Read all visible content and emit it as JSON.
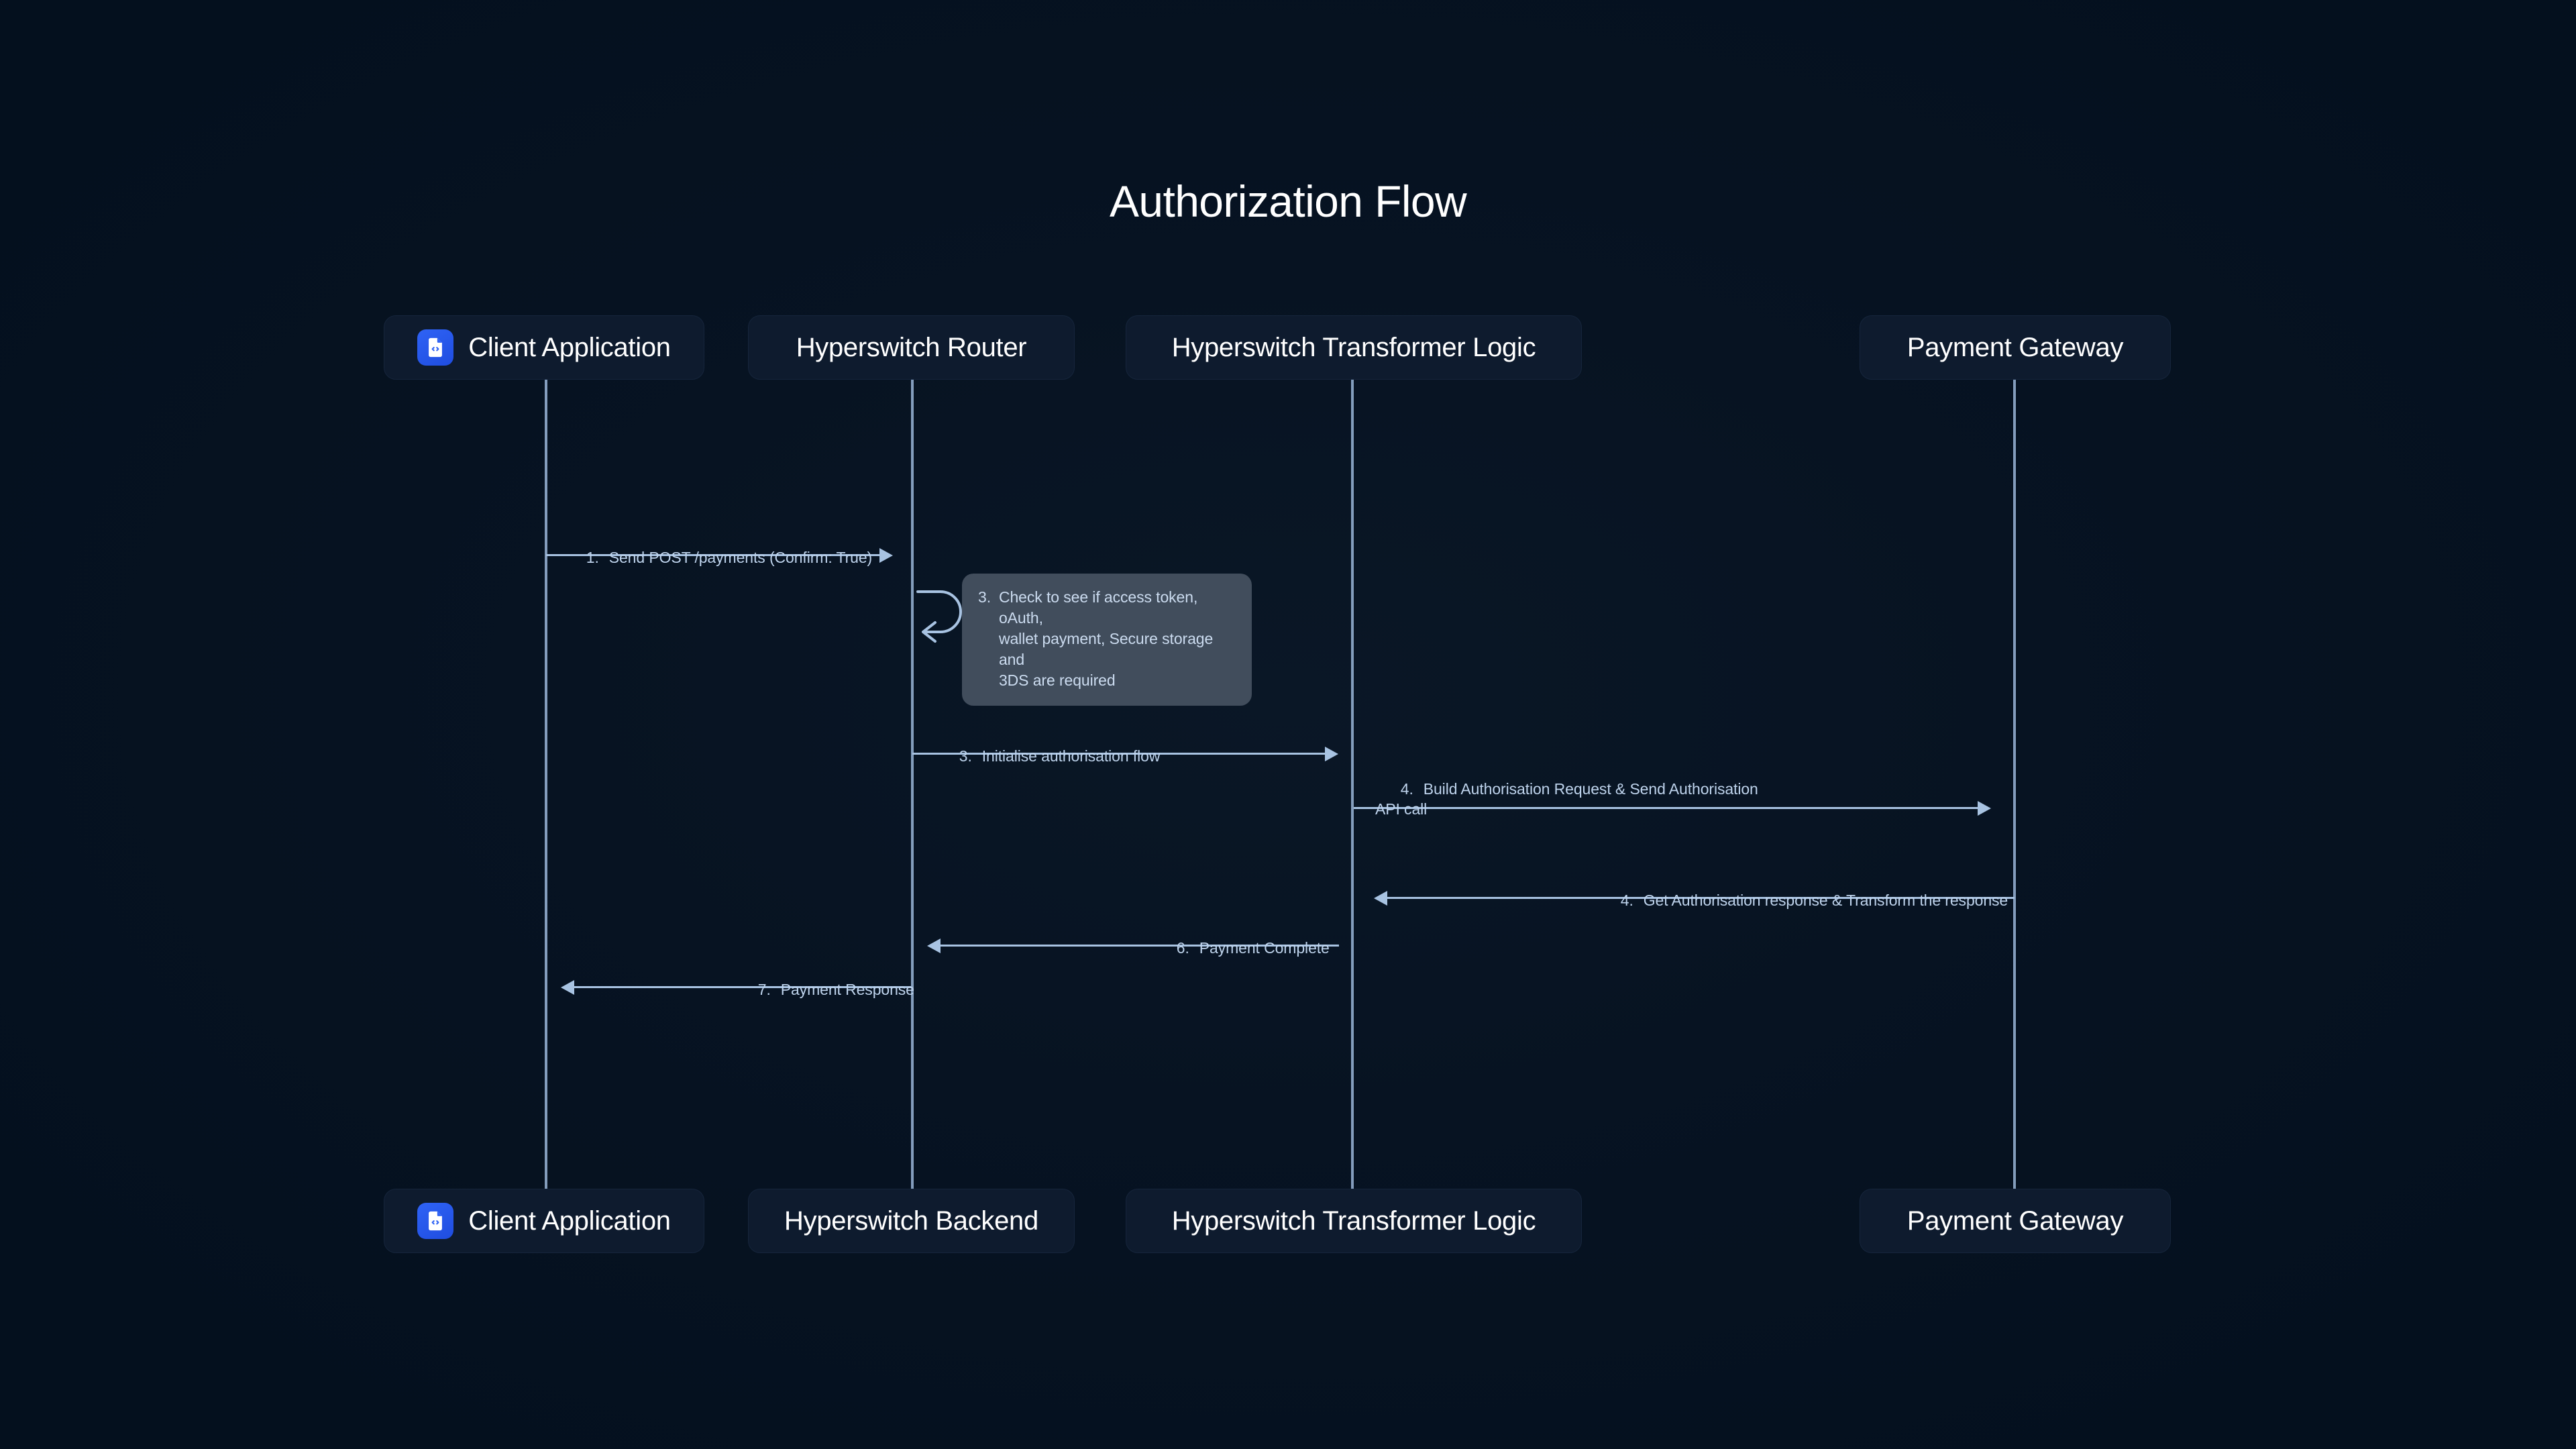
{
  "diagram": {
    "title": "Authorization Flow",
    "type": "sequence-diagram",
    "colors": {
      "background": "#04101e",
      "participant_box": "#0e1b2e",
      "lifeline": "#9ab6d8",
      "arrow": "#a8c3e2",
      "label_text": "#bed3ec",
      "note_background": "#414d5c",
      "accent_blue": "#2f63f5",
      "title_text": "#ffffff"
    }
  },
  "participants_top": [
    {
      "label": "Client Application",
      "icon": "code-file-icon",
      "has_icon": true
    },
    {
      "label": "Hyperswitch Router",
      "has_icon": false
    },
    {
      "label": "Hyperswitch Transformer Logic",
      "has_icon": false
    },
    {
      "label": "Payment Gateway",
      "has_icon": false
    }
  ],
  "participants_bottom": [
    {
      "label": "Client Application",
      "icon": "code-file-icon",
      "has_icon": true
    },
    {
      "label": "Hyperswitch Backend",
      "has_icon": false
    },
    {
      "label": "Hyperswitch Transformer Logic",
      "has_icon": false
    },
    {
      "label": "Payment Gateway",
      "has_icon": false
    }
  ],
  "messages": [
    {
      "number": "1.",
      "text": "Send POST /payments (Confirm: True)",
      "from": "Client Application",
      "to": "Hyperswitch Router",
      "direction": "right"
    },
    {
      "number": "3.",
      "text": "Initialise authorisation flow",
      "from": "Hyperswitch Router",
      "to": "Hyperswitch Transformer Logic",
      "direction": "right"
    },
    {
      "number": "4.",
      "text": "Build Authorisation Request & Send Authorisation\nAPI call",
      "from": "Hyperswitch Transformer Logic",
      "to": "Payment Gateway",
      "direction": "right"
    },
    {
      "number": "4.",
      "text": "Get Authorisation response & Transform the response",
      "from": "Payment Gateway",
      "to": "Hyperswitch Transformer Logic",
      "direction": "left"
    },
    {
      "number": "6.",
      "text": "Payment Complete",
      "from": "Hyperswitch Transformer Logic",
      "to": "Hyperswitch Router",
      "direction": "left"
    },
    {
      "number": "7.",
      "text": "Payment Response",
      "from": "Hyperswitch Router",
      "to": "Client Application",
      "direction": "left"
    }
  ],
  "self_message": {
    "number": "3.",
    "text": "Check to see if access token, oAuth,\nwallet payment, Secure storage and\n3DS are required",
    "on": "Hyperswitch Router"
  }
}
